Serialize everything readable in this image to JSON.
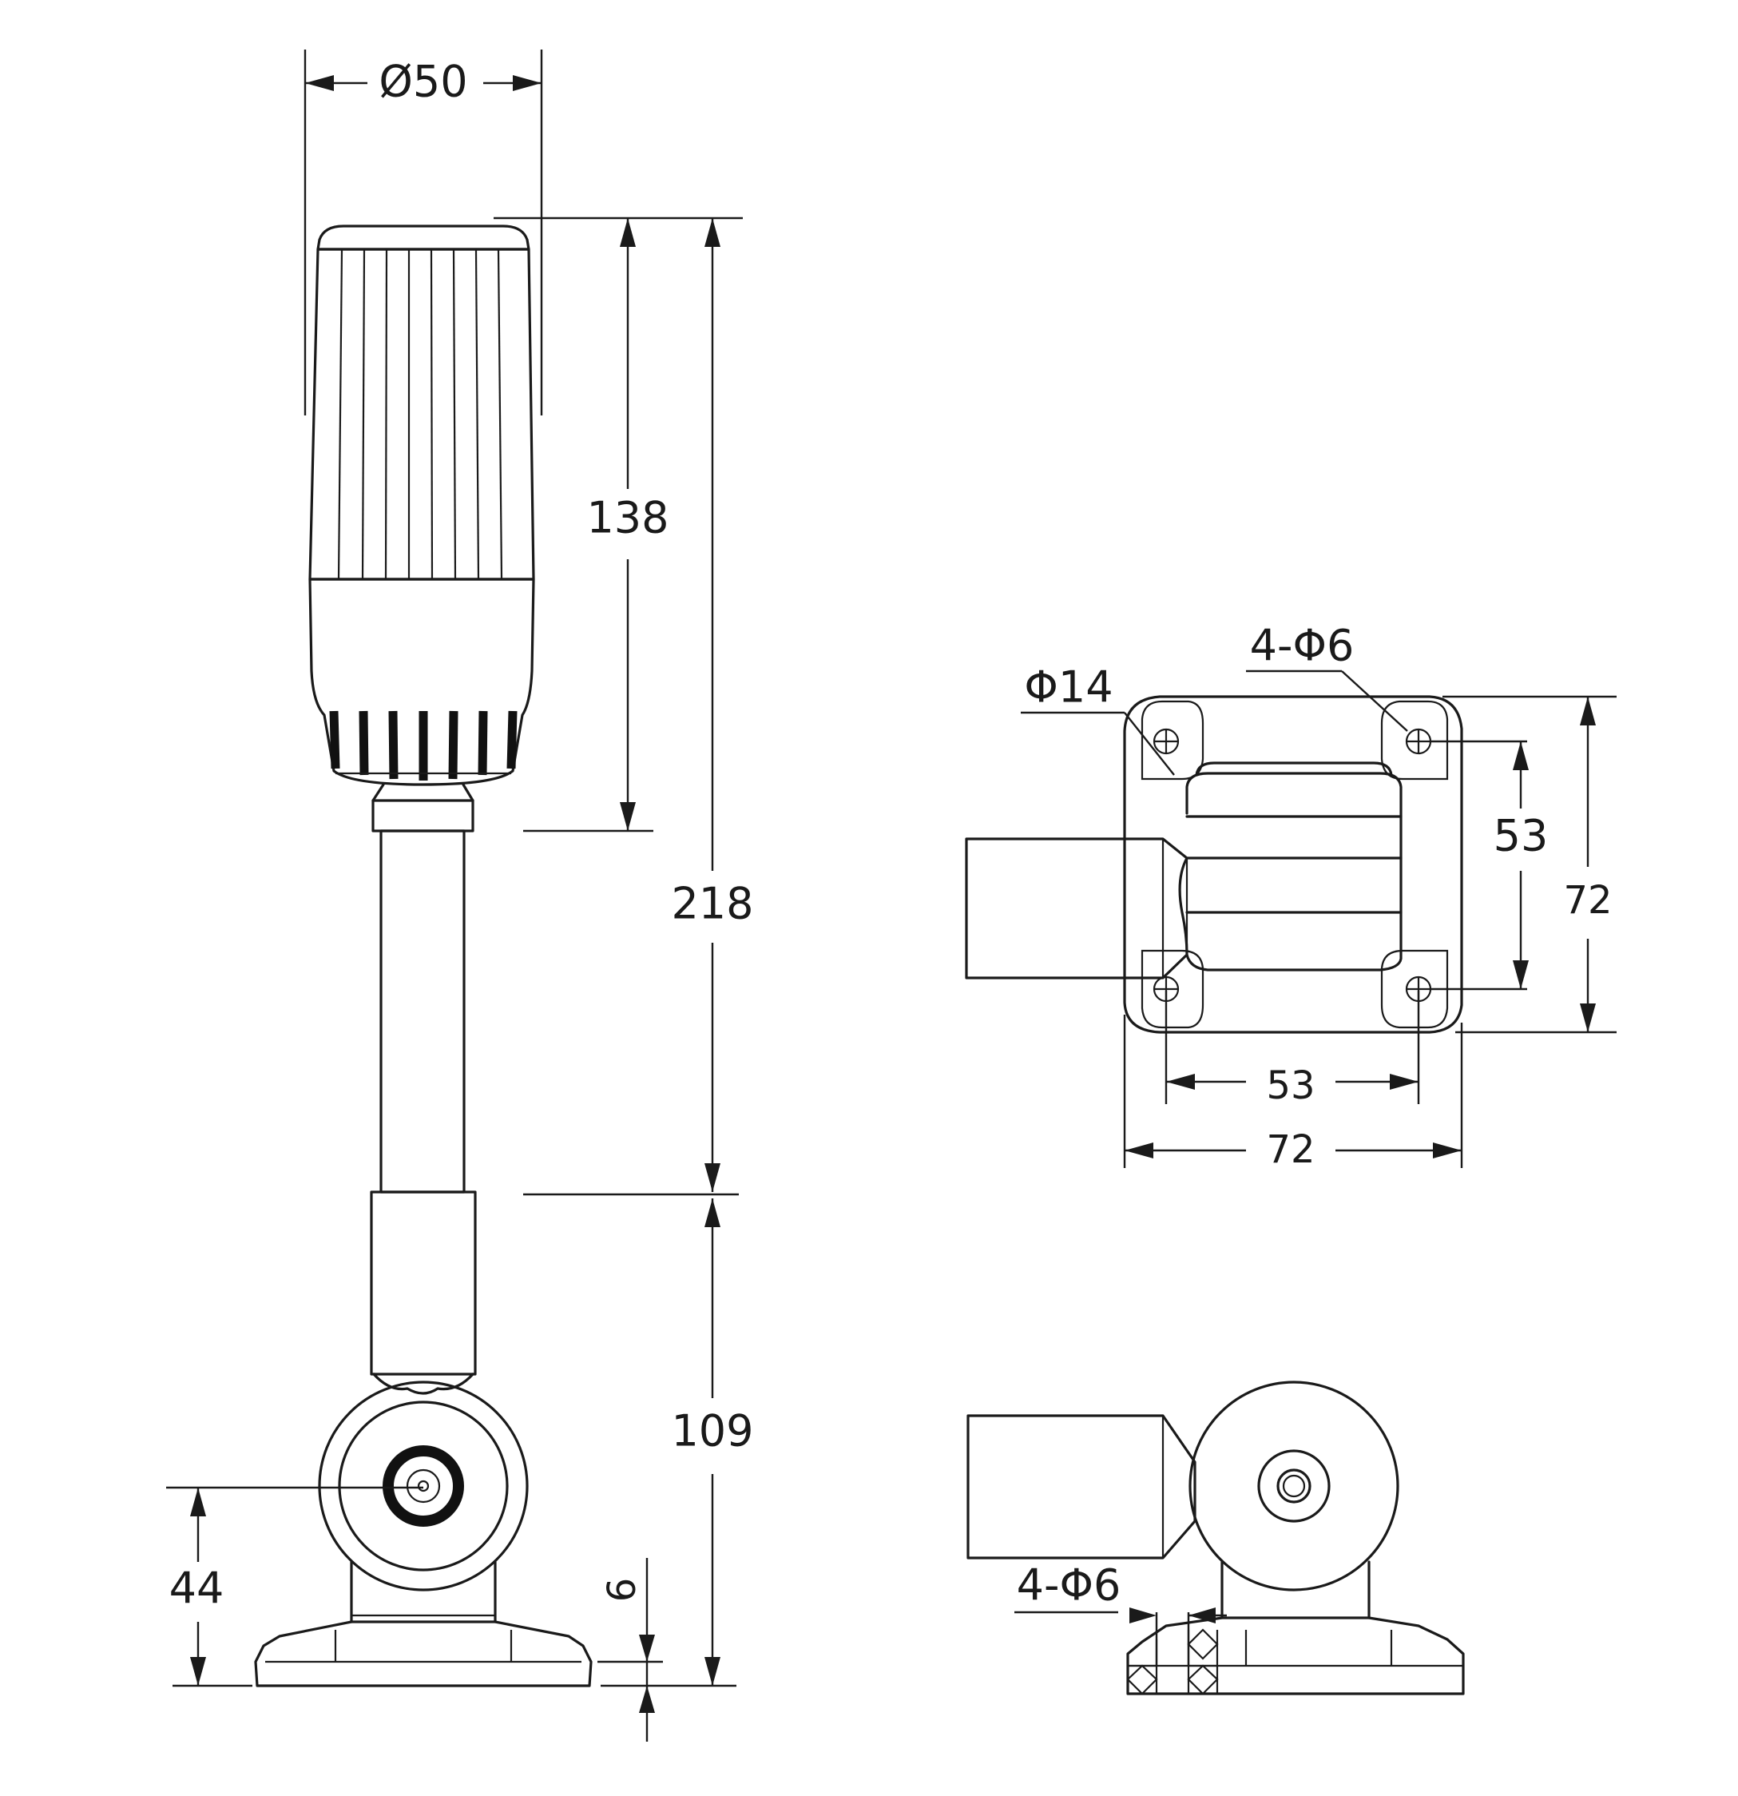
{
  "dimensions": {
    "lens_diameter": "Ø50",
    "head_height": "138",
    "overall_height": "218",
    "base_height": "109",
    "pivot_height": "44",
    "plate_thickness": "6",
    "center_hole": "Φ14",
    "mount_holes_top": "4-Φ6",
    "hole_spacing_vertical": "53",
    "base_width_vertical": "72",
    "hole_spacing_horizontal": "53",
    "base_width_horizontal": "72",
    "mount_holes_side": "4-Φ6"
  },
  "colors": {
    "line": "#1a1a1a",
    "background": "#ffffff"
  }
}
